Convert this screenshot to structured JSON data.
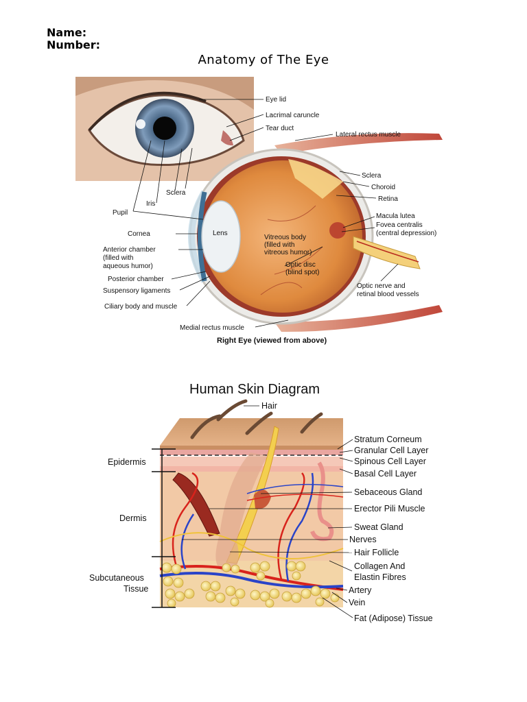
{
  "header": {
    "name_label": "Name:",
    "number_label": "Number:"
  },
  "page_title": "Anatomy of The Eye",
  "eye_diagram": {
    "caption": "Right Eye (viewed from above)",
    "labels": {
      "eye_lid": "Eye lid",
      "lacrimal_caruncle": "Lacrimal caruncle",
      "tear_duct": "Tear duct",
      "lateral_rectus": "Lateral rectus muscle",
      "sclera_right": "Sclera",
      "choroid": "Choroid",
      "retina": "Retina",
      "macula_lutea": "Macula lutea",
      "fovea_centralis": "Fovea centralis",
      "central_depression": "(central depression)",
      "optic_nerve_1": "Optic nerve and",
      "optic_nerve_2": "retinal blood vessels",
      "sclera_left": "Sclera",
      "iris": "Iris",
      "pupil": "Pupil",
      "cornea": "Cornea",
      "lens": "Lens",
      "anterior_1": "Anterior chamber",
      "anterior_2": "(filled with",
      "anterior_3": "aqueous humor)",
      "posterior_chamber": "Posterior chamber",
      "suspensory": "Suspensory ligaments",
      "ciliary": "Ciliary body and muscle",
      "medial_rectus": "Medial rectus muscle",
      "vitreous_1": "Vitreous body",
      "vitreous_2": "(filled with",
      "vitreous_3": "vitreous humor)",
      "optic_disc_1": "Optic disc",
      "optic_disc_2": "(blind spot)"
    }
  },
  "skin_diagram": {
    "title": "Human Skin Diagram",
    "labels": {
      "hair": "Hair",
      "stratum_corneum": "Stratum Corneum",
      "granular": "Granular Cell Layer",
      "spinous": "Spinous Cell Layer",
      "basal": "Basal Cell Layer",
      "sebaceous": "Sebaceous Gland",
      "erector": "Erector Pili Muscle",
      "sweat": "Sweat Gland",
      "nerves": "Nerves",
      "follicle": "Hair Follicle",
      "collagen_1": "Collagen And",
      "collagen_2": "Elastin Fibres",
      "artery": "Artery",
      "vein": "Vein",
      "fat": "Fat (Adipose) Tissue",
      "epidermis": "Epidermis",
      "dermis": "Dermis",
      "subcutaneous_1": "Subcutaneous",
      "subcutaneous_2": "Tissue"
    }
  },
  "colors": {
    "eye_globe": "#e08a3a",
    "iris": "#6f8fb0",
    "skin_top": "#d8a57a",
    "fat": "#f2d97a",
    "artery": "#d8231c",
    "vein": "#2a44c8"
  }
}
